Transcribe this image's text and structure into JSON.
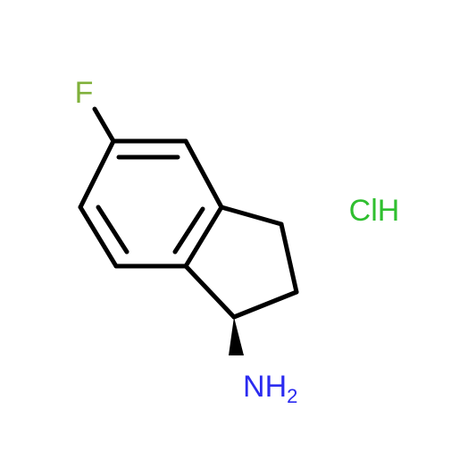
{
  "molecule": {
    "atoms": {
      "fluorine": "F",
      "amine_n": "N",
      "amine_h": "H",
      "amine_h_count": "2",
      "salt": "ClH"
    },
    "colors": {
      "bond": "#000000",
      "fluorine": "#7fb03a",
      "nitrogen": "#2b2bf0",
      "chlorine": "#2fbf2f"
    }
  }
}
